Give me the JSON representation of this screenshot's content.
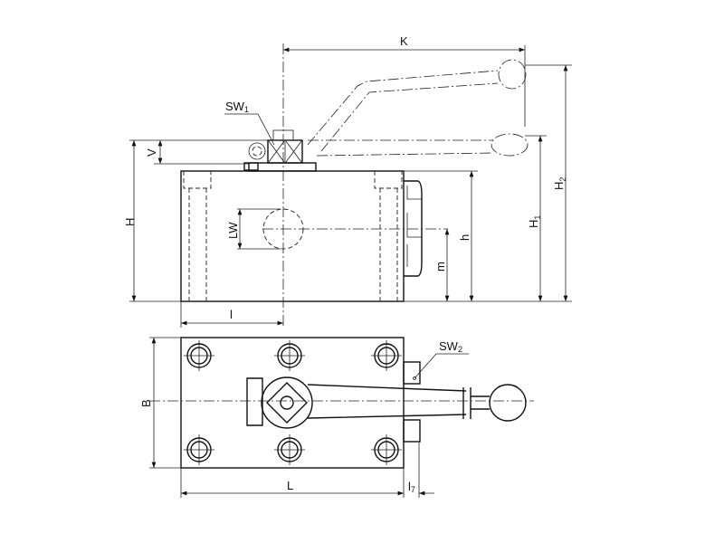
{
  "labels": {
    "K": "K",
    "SW1": "SW",
    "SW1_sub": "1",
    "V": "V",
    "H": "H",
    "LW": "LW",
    "h": "h",
    "m": "m",
    "H1": "H",
    "H1_sub": "1",
    "H2": "H",
    "H2_sub": "2",
    "l": "l",
    "B": "B",
    "L": "L",
    "SW2": "SW",
    "SW2_sub": "2",
    "l7": "l",
    "l7_sub": "7"
  },
  "colors": {
    "line": "#111111",
    "background": "#ffffff"
  }
}
